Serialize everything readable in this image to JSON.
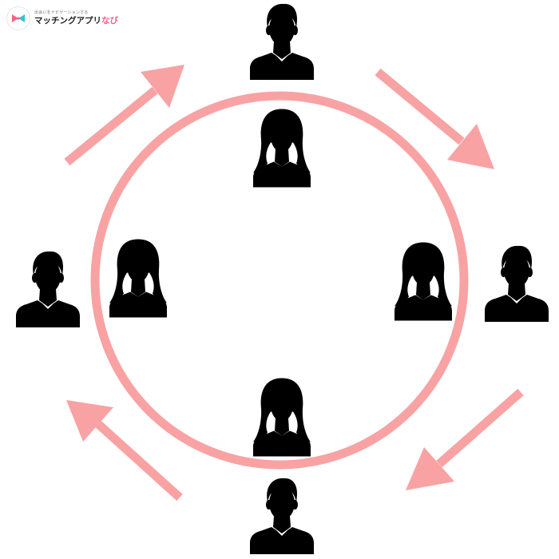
{
  "brand": {
    "tagline": "出会いをナビゲーションする",
    "name_main": "マッチングアプリ",
    "name_accent": "なび",
    "logo_icon": "ribbon-logo-icon",
    "accent_color": "#ff5d86",
    "logo_colors": [
      "#ff5d86",
      "#2ec4d6"
    ]
  },
  "diagram": {
    "ring_color": "#f8a2a4",
    "arrow_color": "#f8a2a4",
    "figure_color": "#000000",
    "rotation": "clockwise",
    "outer_people": [
      {
        "name": "man-top",
        "icon": "man-silhouette-icon"
      },
      {
        "name": "man-right",
        "icon": "man-silhouette-icon"
      },
      {
        "name": "man-bottom",
        "icon": "man-silhouette-icon"
      },
      {
        "name": "man-left",
        "icon": "man-silhouette-icon"
      }
    ],
    "inner_people": [
      {
        "name": "woman-top",
        "icon": "woman-silhouette-icon"
      },
      {
        "name": "woman-right",
        "icon": "woman-silhouette-icon"
      },
      {
        "name": "woman-bottom",
        "icon": "woman-silhouette-icon"
      },
      {
        "name": "woman-left",
        "icon": "woman-silhouette-icon"
      }
    ]
  }
}
